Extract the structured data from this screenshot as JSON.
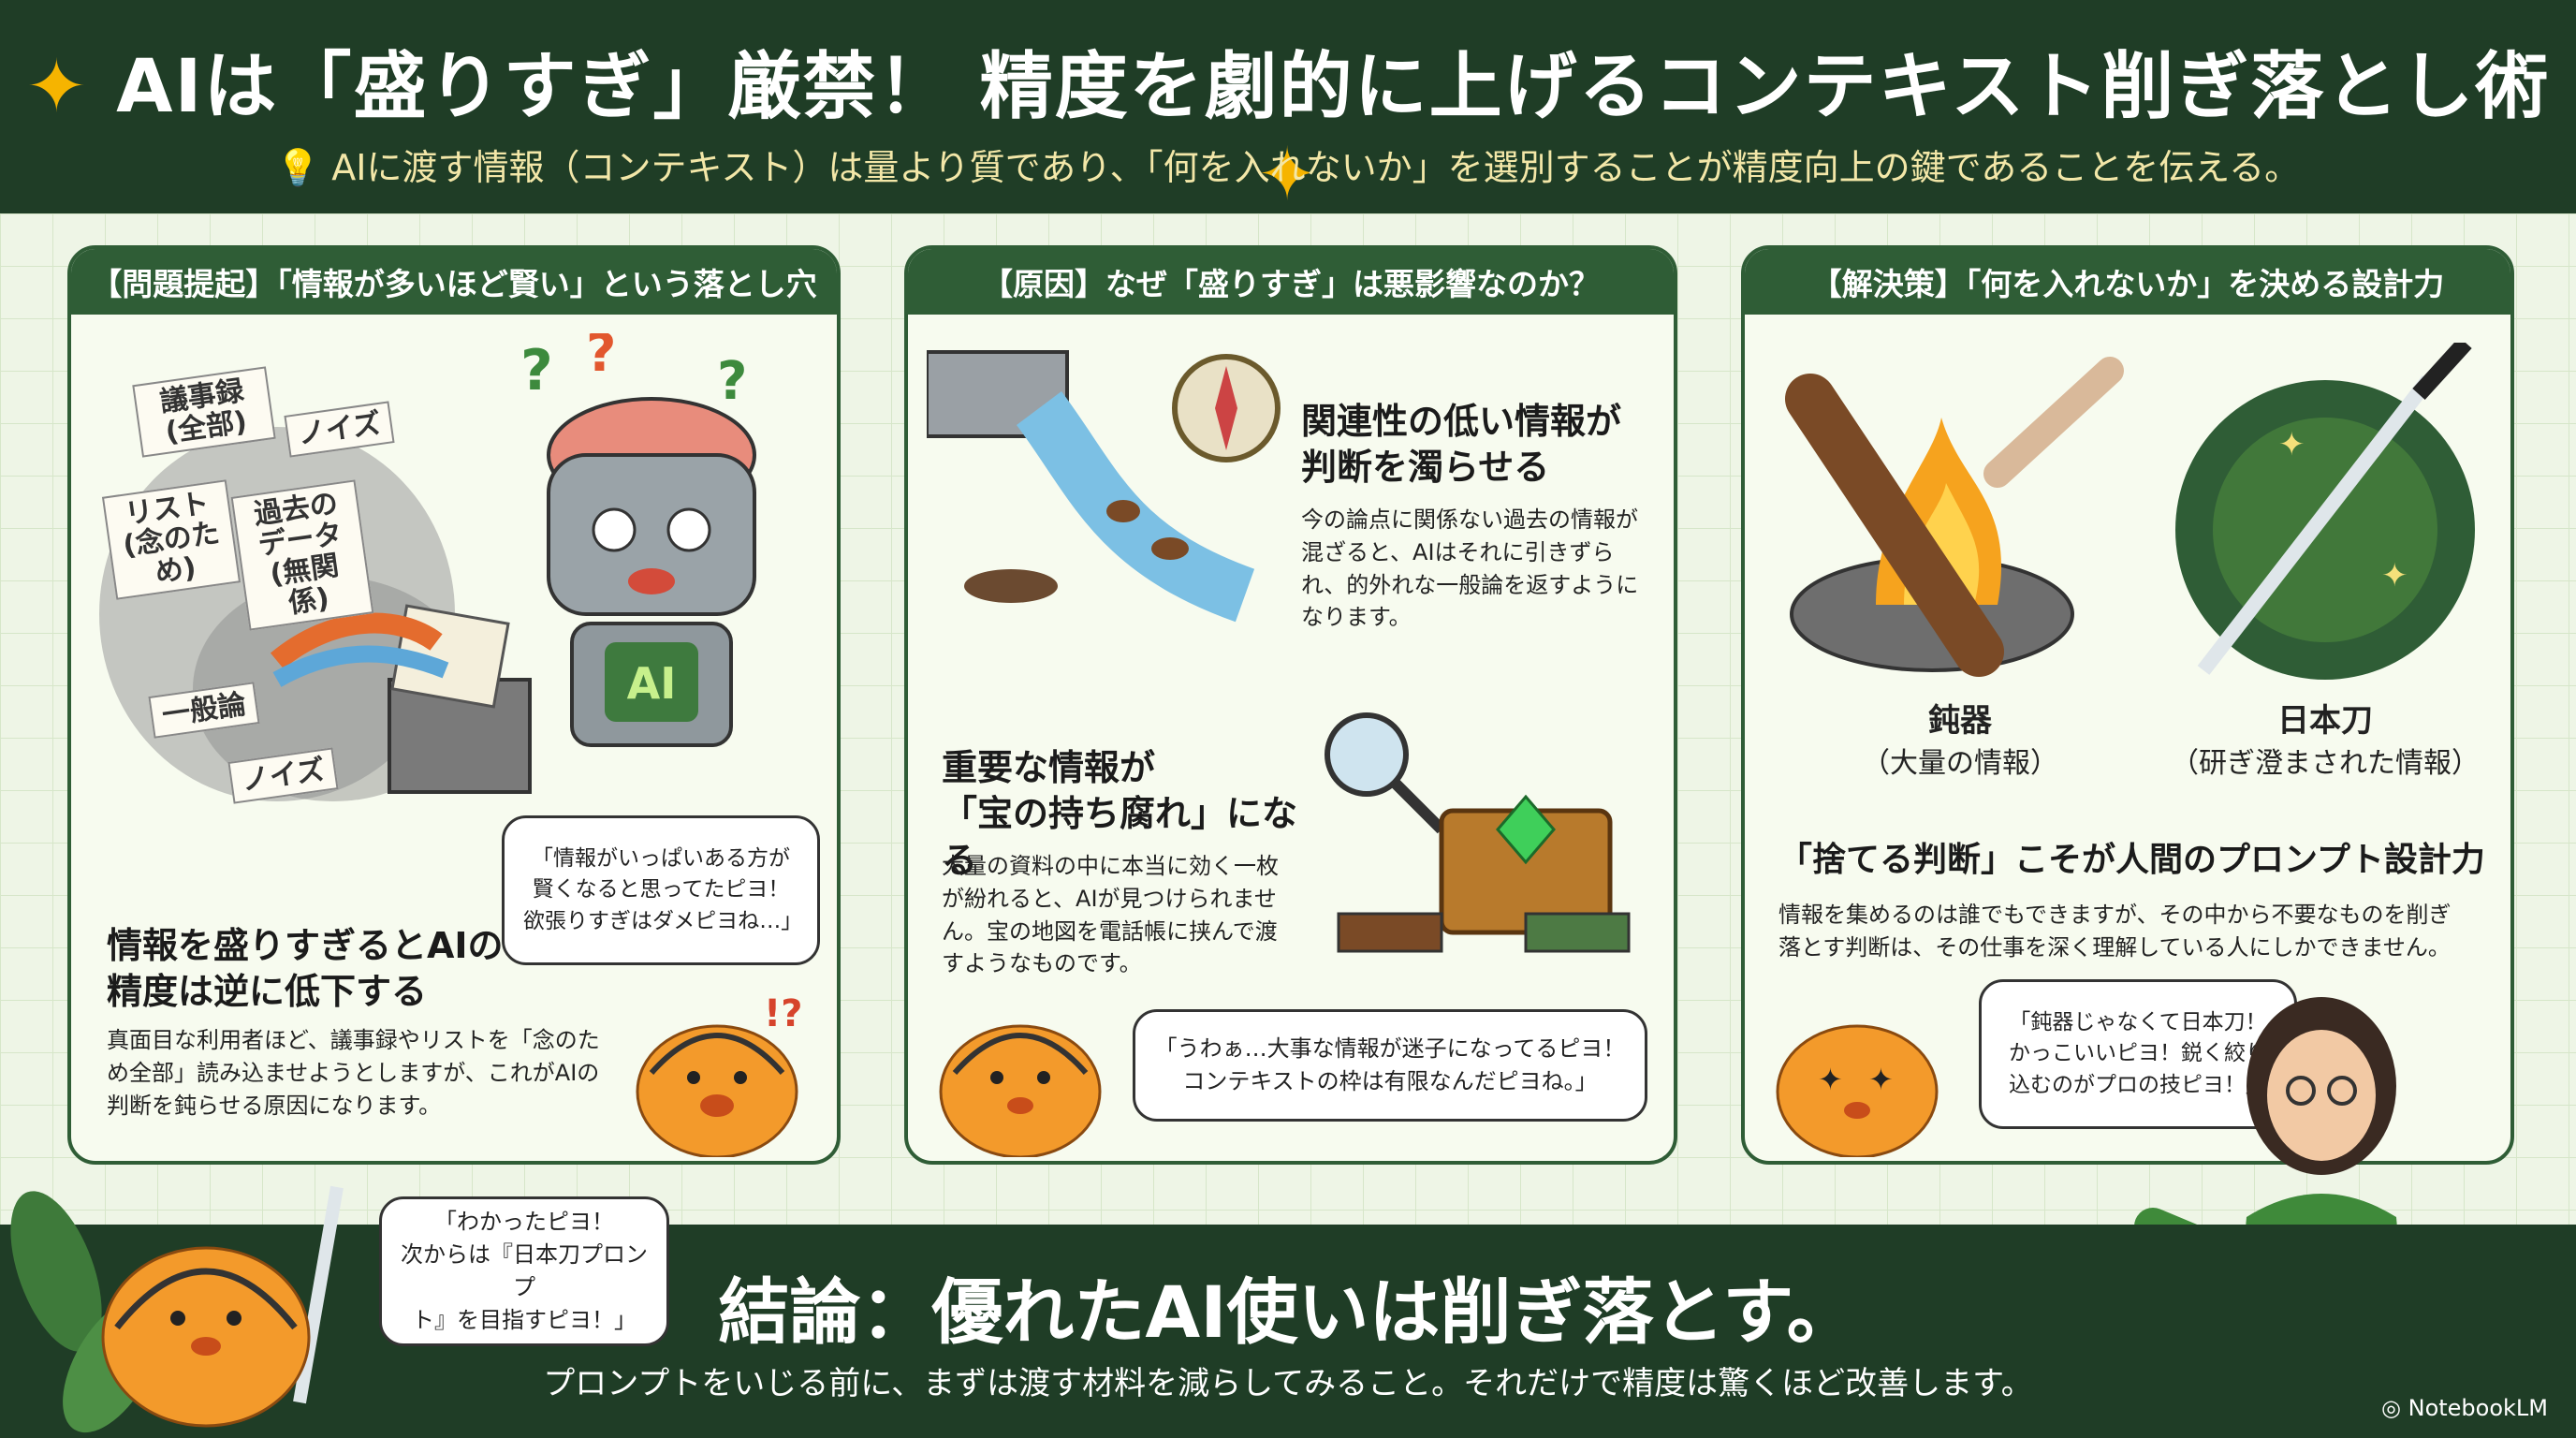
{
  "header": {
    "title": "AIは「盛りすぎ」厳禁！ 精度を劇的に上げるコンテキスト削ぎ落とし術",
    "subtitle": "AIに渡す情報（コンテキスト）は量より質であり、「何を入れないか」を選別することが精度向上の鍵であることを伝える。"
  },
  "panels": [
    {
      "heading": "【問題提起】「情報が多いほど賢い」という落とし穴",
      "tags": [
        "議事録\n(全部)",
        "ノイズ",
        "リスト\n(念のため)",
        "過去の\nデータ\n(無関係)",
        "一般論",
        "ノイズ"
      ],
      "robot_label": "AI",
      "bubble": "「情報がいっぱいある方が\n賢くなると思ってたピヨ！\n欲張りすぎはダメピヨね…」",
      "headline": "情報を盛りすぎるとAIの\n精度は逆に低下する",
      "body": "真面目な利用者ほど、議事録やリストを「念のため全部」読み込ませようとしますが、これがAIの判断を鈍らせる原因になります。"
    },
    {
      "heading": "【原因】なぜ「盛りすぎ」は悪影響なのか？",
      "point1_title": "関連性の低い情報が\n判断を濁らせる",
      "point1_body": "今の論点に関係ない過去の情報が混ざると、AIはそれに引きずられ、的外れな一般論を返すようになります。",
      "point2_title": "重要な情報が\n「宝の持ち腐れ」になる",
      "point2_body": "大量の資料の中に本当に効く一枚が紛れると、AIが見つけられません。宝の地図を電話帳に挟んで渡すようなものです。",
      "bubble": "「うわぁ…大事な情報が迷子になってるピヨ！\nコンテキストの枠は有限なんだピヨね。」"
    },
    {
      "heading": "【解決策】「何を入れないか」を決める設計力",
      "left_caption": "鈍器",
      "left_sub": "（大量の情報）",
      "right_caption": "日本刀",
      "right_sub": "（研ぎ澄まされた情報）",
      "headline": "「捨てる判断」こそが人間のプロンプト設計力",
      "body": "情報を集めるのは誰でもできますが、その中から不要なものを削ぎ落とす判断は、その仕事を深く理解している人にしかできません。",
      "bubble": "「鈍器じゃなくて日本刀！\nかっこいいピヨ！鋭く絞り\n込むのがプロの技ピヨ！」"
    }
  ],
  "footer": {
    "chick_bubble": "「わかったピヨ！\n次からは『日本刀プロンプ\nト』を目指すピヨ！」",
    "conclusion": "結論：優れたAI使いは削ぎ落とす。",
    "conclusion_sub": "プロンプトをいじる前に、まずは渡す材料を減らしてみること。それだけで精度は驚くほど改善します。",
    "brand": "NotebookLM"
  },
  "colors": {
    "dark_green": "#1f3d26",
    "panel_green": "#2f5d36",
    "chick": "#f39a2b",
    "accent": "#f6b400"
  }
}
